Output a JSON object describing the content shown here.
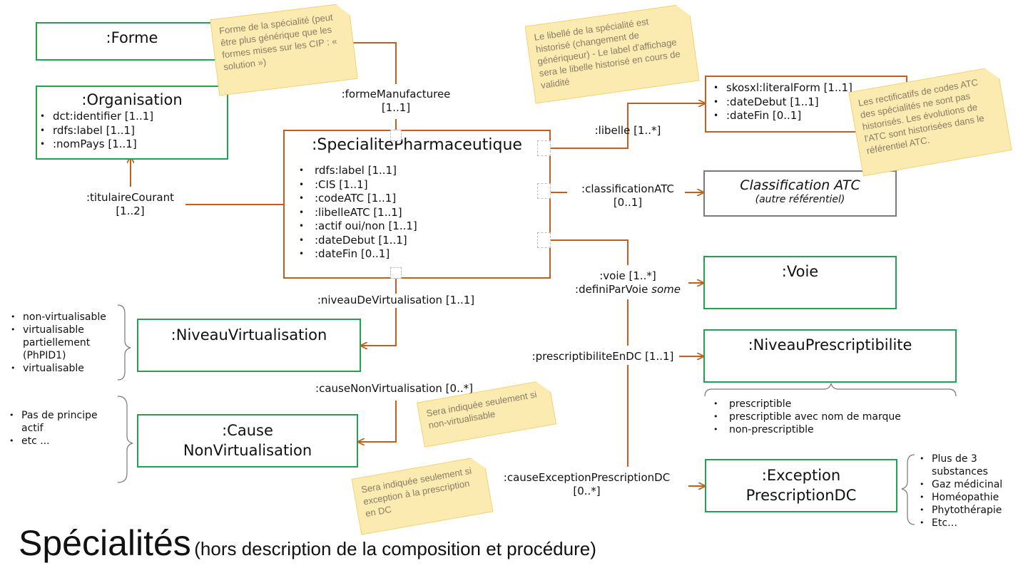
{
  "title": {
    "main": "Spécialités",
    "subtitle": "(hors description de la composition et procédure)"
  },
  "classes": {
    "forme": {
      "name": ":Forme"
    },
    "organisation": {
      "name": ":Organisation",
      "attrs": [
        "dct:identifier [1..1]",
        "rdfs:label [1..1]",
        ":nomPays [1..1]"
      ]
    },
    "specialite": {
      "name": ":SpecialitePharmaceutique",
      "attrs": [
        "rdfs:label [1..1]",
        ":CIS [1..1]",
        ":codeATC [1..1]",
        ":libelleATC [1..1]",
        ":actif oui/non [1..1]",
        ":dateDebut [1..1]",
        ":dateFin [0..1]"
      ]
    },
    "libelle": {
      "attrs": [
        "skosxl:literalForm [1..1]",
        ":dateDebut [1..1]",
        ":dateFin [0..1]"
      ]
    },
    "classification": {
      "name": "Classification ATC",
      "sub": "(autre référentiel)"
    },
    "voie": {
      "name": ":Voie"
    },
    "niveau_prescriptibilite": {
      "name": ":NiveauPrescriptibilite"
    },
    "exception": {
      "line1": ":Exception",
      "line2": "PrescriptionDC"
    },
    "niveau_virtualisation": {
      "name": ":NiveauVirtualisation"
    },
    "cause": {
      "line1": ":Cause",
      "line2": "NonVirtualisation"
    }
  },
  "relations": {
    "forme_manufacturee": {
      "name": ":formeManufacturee",
      "card": "[1..1]"
    },
    "titulaire": {
      "name": ":titulaireCourant",
      "card": "[1..2]"
    },
    "libelle": ":libelle [1..*]",
    "classification": {
      "name": ":classificationATC",
      "card": "[0..1]"
    },
    "voie": {
      "line1": ":voie [1..*]",
      "line2_text": ":definiParVoie ",
      "line2_italic": "some"
    },
    "prescriptibilite": ":prescriptibiliteEnDC [1..1]",
    "exception": {
      "name": ":causeExceptionPrescriptionDC",
      "card": "[0..*]"
    },
    "niveau_virtualisation": ":niveauDeVirtualisation [1..1]",
    "cause": ":causeNonVirtualisation [0..*]"
  },
  "notes": {
    "forme": "Forme de la spécialité (peut être plus générique que les formes mises sur les CIP : « solution »)",
    "libelle": "Le libellé de la spécialité est historisé (changement de génériqueur) - Le label d'affichage sera le libelle historisé en cours de validité",
    "atc": "Les rectificatifs de codes ATC des spécialités ne sont pas historisés. Les évolutions de l'ATC sont historisées dans le référentiel ATC.",
    "virtualisation": "Sera indiquée seulement si non-virtualisable",
    "exception": "Sera indiquée seulement si exception à la prescription en DC"
  },
  "side_lists": {
    "virtualisation": [
      "non-virtualisable",
      "virtualisable partiellement (PhPID1)",
      "virtualisable"
    ],
    "cause": [
      "Pas de principe actif",
      "etc ..."
    ],
    "prescriptibilite": [
      "prescriptible",
      "prescriptible avec nom de marque",
      "non-prescriptible"
    ],
    "exception": [
      "Plus de 3 substances",
      "Gaz médicinal",
      "Homéopathie",
      "Phytothérapie",
      "Etc…"
    ]
  },
  "colors": {
    "class_border": "#22a150",
    "relation": "#c0601c",
    "external": "#7a7a7a",
    "note_fill": "#fcebb0"
  }
}
